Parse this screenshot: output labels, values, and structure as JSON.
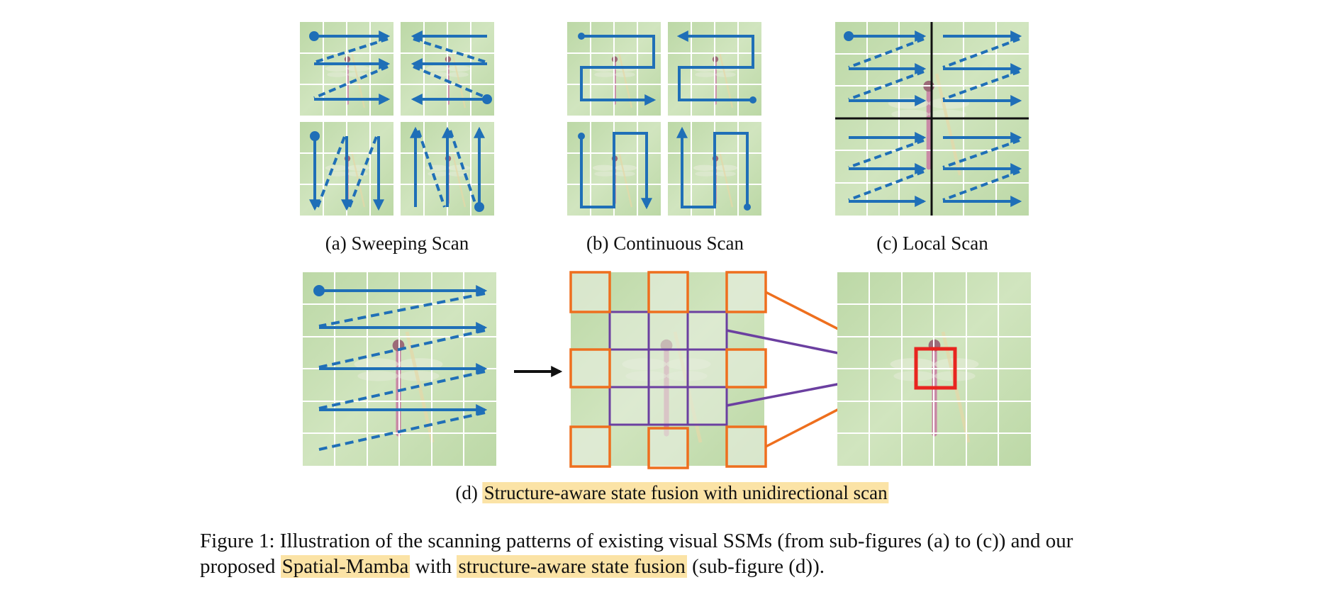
{
  "panels": {
    "a_label": "(a) Sweeping Scan",
    "b_label": "(b) Continuous Scan",
    "c_label": "(c) Local Scan",
    "d_prefix": "(d)",
    "d_highlight": "Structure-aware state fusion with unidirectional scan"
  },
  "caption": {
    "prefix": "Figure 1:",
    "text1": " Illustration of the scanning patterns of existing visual SSMs (from sub-figures (a) to (c)) and our proposed ",
    "hl1": "Spatial-Mamba",
    "text2": " with ",
    "hl2": "structure-aware state fusion",
    "text3": " (sub-figure (d))."
  },
  "colors": {
    "scan_arrow": "#1f6fb7",
    "neighbor_outer": "#ee6f1e",
    "neighbor_inner": "#6b3fa0",
    "target": "#e8251f",
    "highlight": "#fbe3a6",
    "image_bg": "#c4dcb0"
  }
}
